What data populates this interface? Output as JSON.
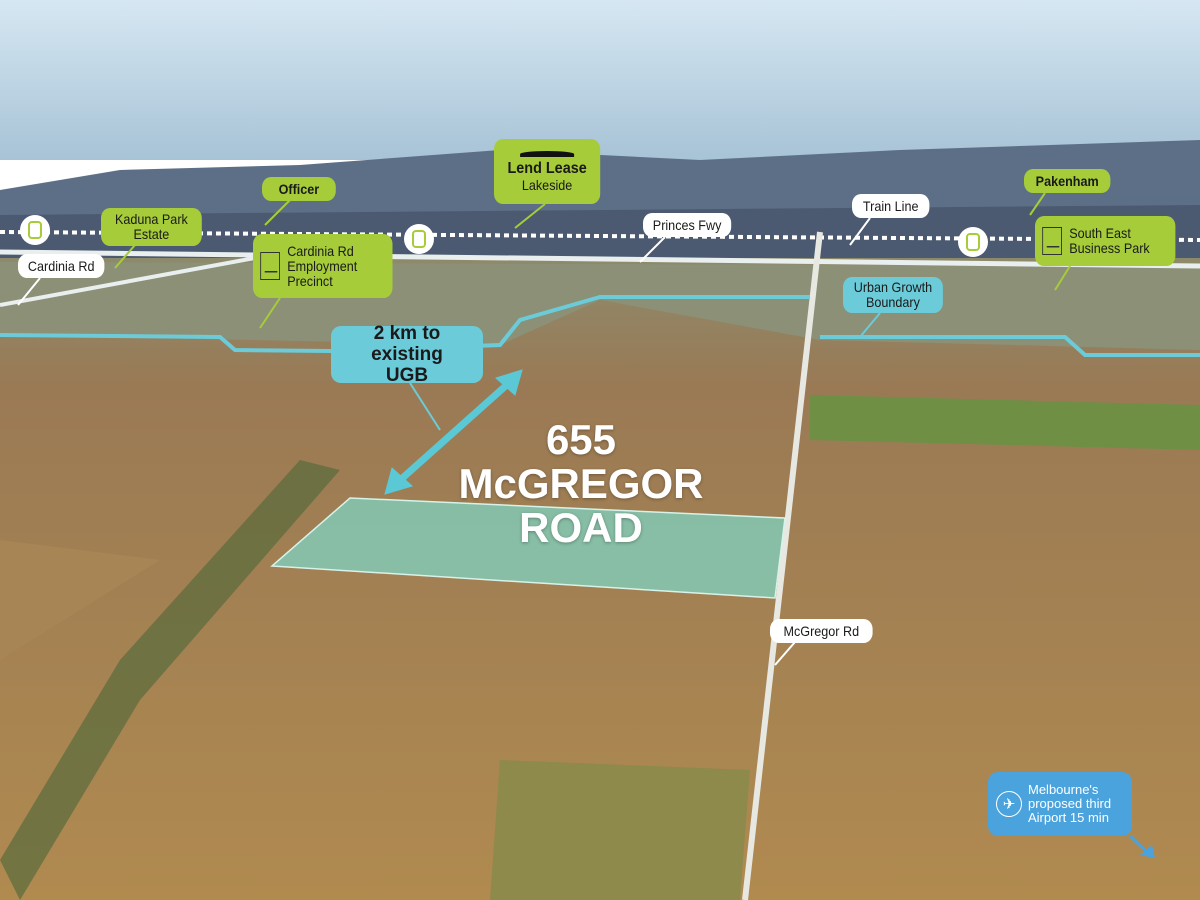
{
  "title": {
    "line1": "655",
    "line2": "McGREGOR",
    "line3": "ROAD"
  },
  "labels": {
    "officer": "Officer",
    "lendlease_brand": "Lend Lease",
    "lendlease_place": "Lakeside",
    "kaduna": "Kaduna Park Estate",
    "cardinia_rd": "Cardinia Rd",
    "cardinia_precinct": "Cardinia Rd Employment Precinct",
    "princes_fwy": "Princes Fwy",
    "train_line": "Train Line",
    "pakenham": "Pakenham",
    "se_business_park": "South East Business Park",
    "ugb": "Urban Growth Boundary",
    "distance_ugb": "2 km to existing UGB",
    "mcgregor_rd": "McGregor Rd",
    "airport": "Melbourne's proposed third Airport 15 min"
  },
  "colors": {
    "green": "#a6cc3a",
    "teal": "#6ccbd8",
    "blue": "#4aa3dc",
    "site": "#7fd3c0"
  }
}
